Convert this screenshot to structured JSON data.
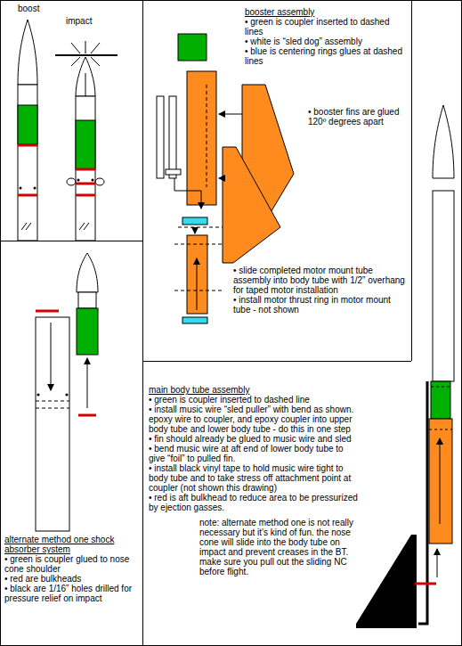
{
  "diagram": {
    "nodes": [
      {
        "text": [
          "boost",
          "impact"
        ]
      },
      {
        "text": [
          "booster assembly",
          "• green is coupler inserted to dashed lines",
          "• white is “sled dog” assembly",
          "• blue is centering rings glues at dashed lines",
          "• booster fins are glued 120º degrees apart",
          "• slide completed motor mount tube assembly into body tube with 1/2” overhang for taped motor installation",
          "• install motor thrust ring in motor mount tube - not shown"
        ]
      },
      {
        "text": [
          "alternate method one shock absorber system",
          "• green is coupler glued to nose cone shoulder",
          "• red are bulkheads",
          "• black are 1/16” holes drilled for pressure relief on impact"
        ]
      },
      {
        "text": [
          "main body tube assembly",
          "• green is coupler inserted to  dashed line",
          "• install music wire “sled puller” with bend as shown. epoxy wire to coupler, and epoxy coupler into upper body tube and lower body tube  - do this in one step",
          "• fin should already be glued to music wire and sled",
          "• bend music wire at aft end of lower body tube to give “foil” to pulled fin.",
          "• install black vinyl tape to hold music wire tight to body tube and to take stress off attachment point at coupler (not shown this drawing)",
          "• red is aft bulkhead to reduce area to be pressurized by ejection gasses.",
          "note:  alternate method one is not really necessary but it’s kind of fun.  the nose cone will slide into the body tube on impact and prevent creases in the BT.  make sure you pull out the sliding NC before flight."
        ]
      }
    ]
  }
}
